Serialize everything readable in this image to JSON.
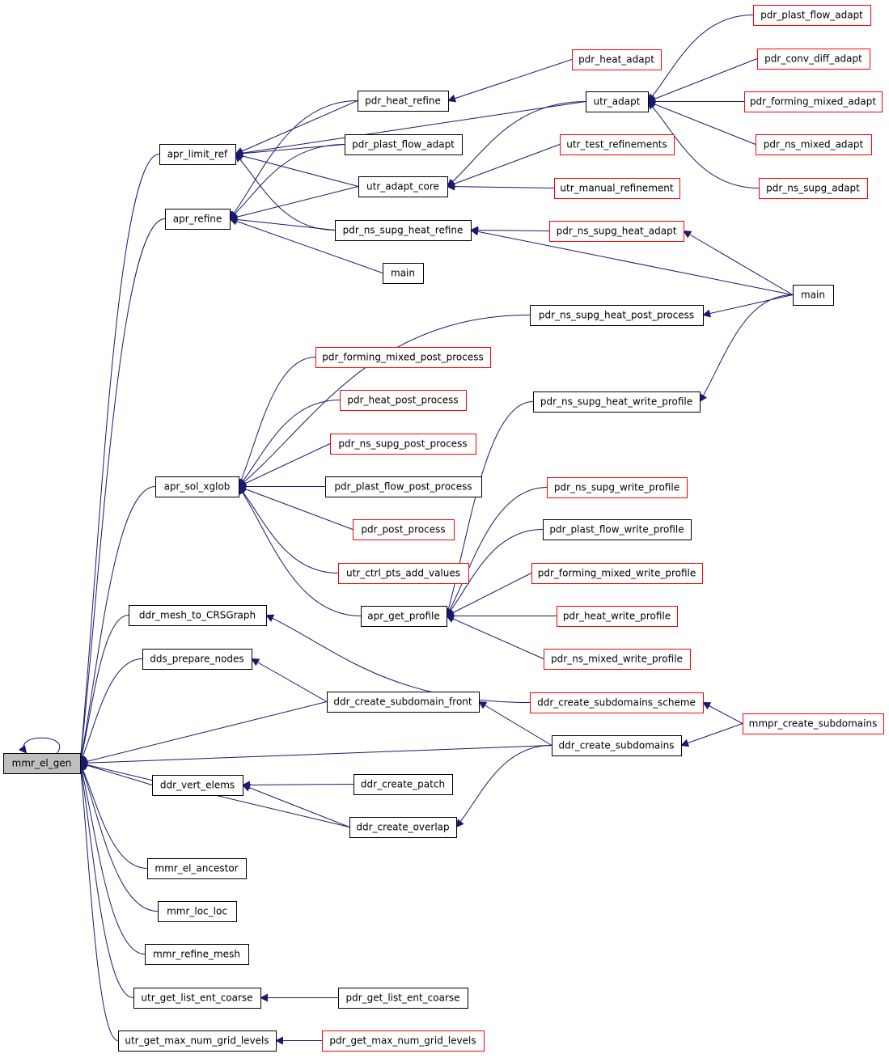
{
  "colors": {
    "edge": "#191970",
    "border_normal": "#000000",
    "border_truncated": "#ff0000",
    "fill_root": "#bfbfbf",
    "fill_normal": "#ffffff"
  },
  "nodes": [
    {
      "id": "mmr_el_gen",
      "label": "mmr_el_gen",
      "style": "root"
    },
    {
      "id": "apr_limit_ref",
      "label": "apr_limit_ref",
      "style": "normal"
    },
    {
      "id": "apr_refine",
      "label": "apr_refine",
      "style": "normal"
    },
    {
      "id": "apr_sol_xglob",
      "label": "apr_sol_xglob",
      "style": "normal"
    },
    {
      "id": "ddr_mesh_to_CRSGraph",
      "label": "ddr_mesh_to_CRSGraph",
      "style": "normal"
    },
    {
      "id": "dds_prepare_nodes",
      "label": "dds_prepare_nodes",
      "style": "normal"
    },
    {
      "id": "ddr_vert_elems",
      "label": "ddr_vert_elems",
      "style": "normal"
    },
    {
      "id": "mmr_el_ancestor",
      "label": "mmr_el_ancestor",
      "style": "normal"
    },
    {
      "id": "mmr_loc_loc",
      "label": "mmr_loc_loc",
      "style": "normal"
    },
    {
      "id": "mmr_refine_mesh",
      "label": "mmr_refine_mesh",
      "style": "normal"
    },
    {
      "id": "utr_get_list_ent_coarse",
      "label": "utr_get_list_ent_coarse",
      "style": "normal"
    },
    {
      "id": "utr_get_max_num_grid_levels",
      "label": "utr_get_max_num_grid_levels",
      "style": "normal"
    },
    {
      "id": "pdr_heat_refine",
      "label": "pdr_heat_refine",
      "style": "normal"
    },
    {
      "id": "pdr_plast_flow_adapt_mid",
      "label": "pdr_plast_flow_adapt",
      "style": "normal"
    },
    {
      "id": "utr_adapt_core",
      "label": "utr_adapt_core",
      "style": "normal"
    },
    {
      "id": "pdr_ns_supg_heat_refine",
      "label": "pdr_ns_supg_heat_refine",
      "style": "normal"
    },
    {
      "id": "main_mid",
      "label": "main",
      "style": "normal"
    },
    {
      "id": "pdr_ns_supg_heat_post_process",
      "label": "pdr_ns_supg_heat_post_process",
      "style": "normal"
    },
    {
      "id": "pdr_forming_mixed_post_process",
      "label": "pdr_forming_mixed_post_process",
      "style": "truncated"
    },
    {
      "id": "pdr_heat_post_process",
      "label": "pdr_heat_post_process",
      "style": "truncated"
    },
    {
      "id": "pdr_ns_supg_post_process",
      "label": "pdr_ns_supg_post_process",
      "style": "truncated"
    },
    {
      "id": "pdr_plast_flow_post_process",
      "label": "pdr_plast_flow_post_process",
      "style": "normal"
    },
    {
      "id": "pdr_post_process",
      "label": "pdr_post_process",
      "style": "truncated"
    },
    {
      "id": "utr_ctrl_pts_add_values",
      "label": "utr_ctrl_pts_add_values",
      "style": "truncated"
    },
    {
      "id": "apr_get_profile",
      "label": "apr_get_profile",
      "style": "normal"
    },
    {
      "id": "ddr_create_subdomain_front",
      "label": "ddr_create_subdomain_front",
      "style": "normal"
    },
    {
      "id": "ddr_create_patch",
      "label": "ddr_create_patch",
      "style": "normal"
    },
    {
      "id": "ddr_create_overlap",
      "label": "ddr_create_overlap",
      "style": "normal"
    },
    {
      "id": "pdr_get_list_ent_coarse",
      "label": "pdr_get_list_ent_coarse",
      "style": "normal"
    },
    {
      "id": "pdr_get_max_num_grid_levels",
      "label": "pdr_get_max_num_grid_levels",
      "style": "truncated"
    },
    {
      "id": "pdr_heat_adapt",
      "label": "pdr_heat_adapt",
      "style": "truncated"
    },
    {
      "id": "utr_adapt",
      "label": "utr_adapt",
      "style": "normal"
    },
    {
      "id": "utr_test_refinements",
      "label": "utr_test_refinements",
      "style": "truncated"
    },
    {
      "id": "utr_manual_refinement",
      "label": "utr_manual_refinement",
      "style": "truncated"
    },
    {
      "id": "pdr_ns_supg_heat_adapt",
      "label": "pdr_ns_supg_heat_adapt",
      "style": "truncated"
    },
    {
      "id": "pdr_ns_supg_heat_write_profile",
      "label": "pdr_ns_supg_heat_write_profile",
      "style": "normal"
    },
    {
      "id": "pdr_ns_supg_write_profile",
      "label": "pdr_ns_supg_write_profile",
      "style": "truncated"
    },
    {
      "id": "pdr_plast_flow_write_profile",
      "label": "pdr_plast_flow_write_profile",
      "style": "normal"
    },
    {
      "id": "pdr_forming_mixed_write_profile",
      "label": "pdr_forming_mixed_write_profile",
      "style": "truncated"
    },
    {
      "id": "pdr_heat_write_profile",
      "label": "pdr_heat_write_profile",
      "style": "truncated"
    },
    {
      "id": "pdr_ns_mixed_write_profile",
      "label": "pdr_ns_mixed_write_profile",
      "style": "truncated"
    },
    {
      "id": "ddr_create_subdomains_scheme",
      "label": "ddr_create_subdomains_scheme",
      "style": "truncated"
    },
    {
      "id": "ddr_create_subdomains",
      "label": "ddr_create_subdomains",
      "style": "normal"
    },
    {
      "id": "pdr_plast_flow_adapt_r",
      "label": "pdr_plast_flow_adapt",
      "style": "truncated"
    },
    {
      "id": "pdr_conv_diff_adapt",
      "label": "pdr_conv_diff_adapt",
      "style": "truncated"
    },
    {
      "id": "pdr_forming_mixed_adapt",
      "label": "pdr_forming_mixed_adapt",
      "style": "truncated"
    },
    {
      "id": "pdr_ns_mixed_adapt",
      "label": "pdr_ns_mixed_adapt",
      "style": "truncated"
    },
    {
      "id": "pdr_ns_supg_adapt",
      "label": "pdr_ns_supg_adapt",
      "style": "truncated"
    },
    {
      "id": "main_r",
      "label": "main",
      "style": "normal"
    },
    {
      "id": "mmpr_create_subdomains",
      "label": "mmpr_create_subdomains",
      "style": "truncated"
    }
  ],
  "edges": [
    {
      "from": "mmr_el_gen",
      "to": "mmr_el_gen"
    },
    {
      "from": "apr_limit_ref",
      "to": "mmr_el_gen"
    },
    {
      "from": "apr_refine",
      "to": "mmr_el_gen"
    },
    {
      "from": "apr_sol_xglob",
      "to": "mmr_el_gen"
    },
    {
      "from": "ddr_mesh_to_CRSGraph",
      "to": "mmr_el_gen"
    },
    {
      "from": "dds_prepare_nodes",
      "to": "mmr_el_gen"
    },
    {
      "from": "ddr_create_subdomain_front",
      "to": "mmr_el_gen"
    },
    {
      "from": "ddr_create_subdomains",
      "to": "mmr_el_gen"
    },
    {
      "from": "ddr_vert_elems",
      "to": "mmr_el_gen"
    },
    {
      "from": "ddr_create_overlap",
      "to": "mmr_el_gen"
    },
    {
      "from": "mmr_el_ancestor",
      "to": "mmr_el_gen"
    },
    {
      "from": "mmr_loc_loc",
      "to": "mmr_el_gen"
    },
    {
      "from": "mmr_refine_mesh",
      "to": "mmr_el_gen"
    },
    {
      "from": "utr_get_list_ent_coarse",
      "to": "mmr_el_gen"
    },
    {
      "from": "utr_get_max_num_grid_levels",
      "to": "mmr_el_gen"
    },
    {
      "from": "pdr_heat_refine",
      "to": "apr_limit_ref"
    },
    {
      "from": "pdr_plast_flow_adapt_mid",
      "to": "apr_limit_ref"
    },
    {
      "from": "utr_adapt_core",
      "to": "apr_limit_ref"
    },
    {
      "from": "pdr_ns_supg_heat_refine",
      "to": "apr_limit_ref"
    },
    {
      "from": "utr_adapt",
      "to": "apr_limit_ref"
    },
    {
      "from": "pdr_heat_refine",
      "to": "apr_refine"
    },
    {
      "from": "pdr_plast_flow_adapt_mid",
      "to": "apr_refine"
    },
    {
      "from": "utr_adapt_core",
      "to": "apr_refine"
    },
    {
      "from": "pdr_ns_supg_heat_refine",
      "to": "apr_refine"
    },
    {
      "from": "main_mid",
      "to": "apr_refine"
    },
    {
      "from": "pdr_ns_supg_heat_post_process",
      "to": "apr_sol_xglob"
    },
    {
      "from": "pdr_forming_mixed_post_process",
      "to": "apr_sol_xglob"
    },
    {
      "from": "pdr_heat_post_process",
      "to": "apr_sol_xglob"
    },
    {
      "from": "pdr_ns_supg_post_process",
      "to": "apr_sol_xglob"
    },
    {
      "from": "pdr_plast_flow_post_process",
      "to": "apr_sol_xglob"
    },
    {
      "from": "pdr_post_process",
      "to": "apr_sol_xglob"
    },
    {
      "from": "utr_ctrl_pts_add_values",
      "to": "apr_sol_xglob"
    },
    {
      "from": "apr_get_profile",
      "to": "apr_sol_xglob"
    },
    {
      "from": "ddr_create_subdomains_scheme",
      "to": "ddr_mesh_to_CRSGraph"
    },
    {
      "from": "ddr_create_subdomain_front",
      "to": "dds_prepare_nodes"
    },
    {
      "from": "ddr_create_patch",
      "to": "ddr_vert_elems"
    },
    {
      "from": "ddr_create_overlap",
      "to": "ddr_vert_elems"
    },
    {
      "from": "pdr_get_list_ent_coarse",
      "to": "utr_get_list_ent_coarse"
    },
    {
      "from": "pdr_get_max_num_grid_levels",
      "to": "utr_get_max_num_grid_levels"
    },
    {
      "from": "pdr_heat_adapt",
      "to": "pdr_heat_refine"
    },
    {
      "from": "utr_adapt",
      "to": "utr_adapt_core"
    },
    {
      "from": "utr_test_refinements",
      "to": "utr_adapt_core"
    },
    {
      "from": "utr_manual_refinement",
      "to": "utr_adapt_core"
    },
    {
      "from": "pdr_ns_supg_heat_adapt",
      "to": "pdr_ns_supg_heat_refine"
    },
    {
      "from": "main_r",
      "to": "pdr_ns_supg_heat_refine"
    },
    {
      "from": "main_r",
      "to": "pdr_ns_supg_heat_post_process"
    },
    {
      "from": "pdr_ns_supg_heat_write_profile",
      "to": "apr_get_profile"
    },
    {
      "from": "pdr_ns_supg_write_profile",
      "to": "apr_get_profile"
    },
    {
      "from": "pdr_plast_flow_write_profile",
      "to": "apr_get_profile"
    },
    {
      "from": "pdr_forming_mixed_write_profile",
      "to": "apr_get_profile"
    },
    {
      "from": "pdr_heat_write_profile",
      "to": "apr_get_profile"
    },
    {
      "from": "pdr_ns_mixed_write_profile",
      "to": "apr_get_profile"
    },
    {
      "from": "ddr_create_subdomains",
      "to": "ddr_create_subdomain_front"
    },
    {
      "from": "ddr_create_subdomains",
      "to": "ddr_create_overlap"
    },
    {
      "from": "pdr_plast_flow_adapt_r",
      "to": "utr_adapt"
    },
    {
      "from": "pdr_conv_diff_adapt",
      "to": "utr_adapt"
    },
    {
      "from": "pdr_forming_mixed_adapt",
      "to": "utr_adapt"
    },
    {
      "from": "pdr_ns_mixed_adapt",
      "to": "utr_adapt"
    },
    {
      "from": "pdr_ns_supg_adapt",
      "to": "utr_adapt"
    },
    {
      "from": "main_r",
      "to": "pdr_ns_supg_heat_adapt"
    },
    {
      "from": "main_r",
      "to": "pdr_ns_supg_heat_write_profile"
    },
    {
      "from": "mmpr_create_subdomains",
      "to": "ddr_create_subdomains_scheme"
    },
    {
      "from": "mmpr_create_subdomains",
      "to": "ddr_create_subdomains"
    }
  ]
}
